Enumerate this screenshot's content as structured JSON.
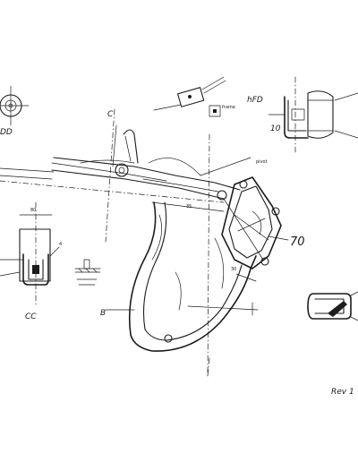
{
  "labels": {
    "section_dd": "DD",
    "section_c": "C",
    "section_cc": "CC",
    "section_b": "B",
    "part_70": "70",
    "revision": "Rev 1",
    "note_top": "hFD",
    "note_small": "frame",
    "note_pin": "pivot",
    "dim_35": "35",
    "dim_30": "30",
    "dim_80": "80",
    "dim_4": "4",
    "dim_10": "10"
  }
}
